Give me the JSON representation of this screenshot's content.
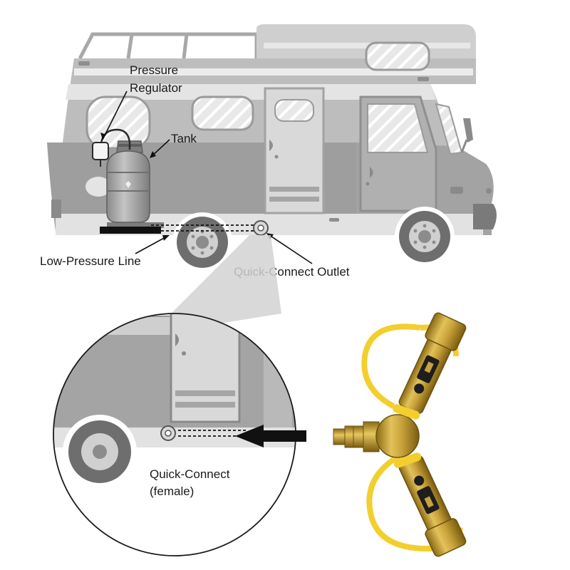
{
  "labels": {
    "pressure_regulator_line1": "Pressure",
    "pressure_regulator_line2": "Regulator",
    "tank": "Tank",
    "low_pressure_line": "Low-Pressure Line",
    "quick_connect_outlet": "Quick-Connect Outlet",
    "quick_connect_female_line1": "Quick-Connect",
    "quick_connect_female_line2": "(female)"
  },
  "colors": {
    "body_dark": "#9c9c9c",
    "body_mid": "#bdbdbd",
    "body_light": "#dcdcdc",
    "stripe": "#e9e9e9",
    "window": "#e6e6e6",
    "brass": "#c8a23a",
    "brass_dark": "#8a6a14",
    "cap_yellow": "#f2cf2e"
  },
  "icons": {
    "tank": "propane-tank-icon",
    "regulator": "pressure-regulator-icon",
    "adapter": "brass-y-splitter-icon"
  }
}
